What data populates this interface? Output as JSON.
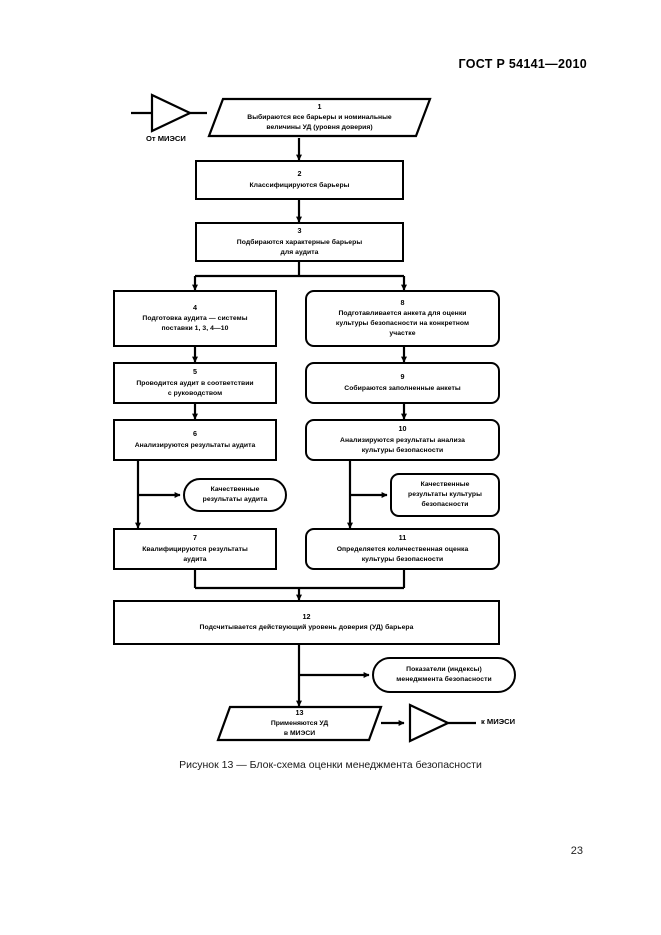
{
  "document": {
    "header": "ГОСТ Р 54141—2010",
    "page_number": "23",
    "figure_caption": "Рисунок 13 — Блок-схема оценки менеджмента безопасности"
  },
  "connectors": {
    "from_label": "От МИЭСИ",
    "to_label": "к МИЭСИ"
  },
  "nodes": {
    "n1": {
      "num": "1",
      "text": "Выбираются все барьеры и номинальные\nвеличины УД (уровня доверия)",
      "shape": "parallelogram"
    },
    "n2": {
      "num": "2",
      "text": "Классифицируются барьеры",
      "shape": "rect"
    },
    "n3": {
      "num": "3",
      "text": "Подбираются характерные барьеры\nдля аудита",
      "shape": "rect"
    },
    "n4": {
      "num": "4",
      "text": "Подготовка аудита — системы\nпоставки 1, 3, 4—10",
      "shape": "rect"
    },
    "n5": {
      "num": "5",
      "text": "Проводится аудит в соответствии\nс руководством",
      "shape": "rect"
    },
    "n6": {
      "num": "6",
      "text": "Анализируются результаты аудита",
      "shape": "rect"
    },
    "n7": {
      "num": "7",
      "text": "Квалифицируются результаты\nаудита",
      "shape": "rect"
    },
    "n8": {
      "num": "8",
      "text": "Подготавливается анкета для оценки\nкультуры безопасности на конкретном\nучастке",
      "shape": "rounded-rect"
    },
    "n9": {
      "num": "9",
      "text": "Собираются заполненные анкеты",
      "shape": "rounded-rect"
    },
    "n10": {
      "num": "10",
      "text": "Анализируются результаты анализа\nкультуры безопасности",
      "shape": "rounded-rect"
    },
    "n11": {
      "num": "11",
      "text": "Определяется количественная оценка\nкультуры безопасности",
      "shape": "rounded-rect"
    },
    "n12": {
      "num": "12",
      "text": "Подсчитывается действующий уровень доверия (УД) барьера",
      "shape": "rect"
    },
    "n13": {
      "num": "13",
      "text": "Применяются УД\nв МИЭСИ",
      "shape": "parallelogram"
    },
    "result_audit": {
      "num": "",
      "text": "Качественные\nрезультаты аудита",
      "shape": "stadium"
    },
    "result_culture": {
      "num": "",
      "text": "Качественные\nрезультаты культуры\nбезопасности",
      "shape": "rounded-rect"
    },
    "indicators": {
      "num": "",
      "text": "Показатели (индексы)\nменеджмента безопасности",
      "shape": "stadium"
    }
  }
}
